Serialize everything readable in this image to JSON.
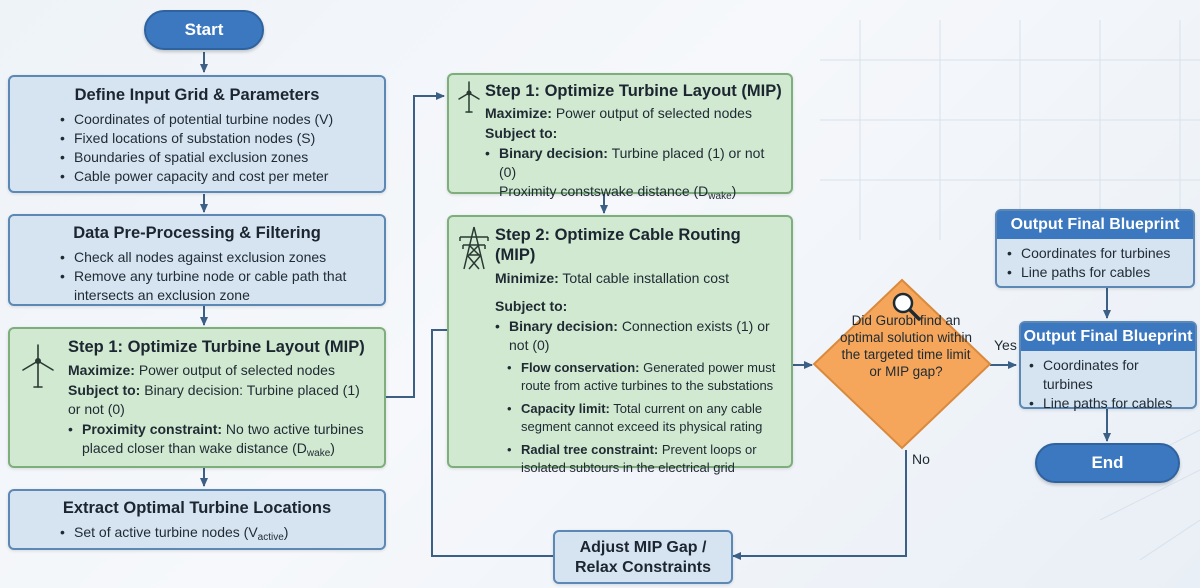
{
  "start": "Start",
  "end": "End",
  "define": {
    "title": "Define Input Grid & Parameters",
    "items": [
      "Coordinates of potential turbine nodes (V)",
      "Fixed locations of substation nodes (S)",
      "Boundaries of spatial exclusion zones",
      "Cable power capacity and cost per meter"
    ]
  },
  "preprocess": {
    "title": "Data Pre-Processing & Filtering",
    "items": [
      "Check all nodes against exclusion zones",
      "Remove any turbine node or cable path that intersects an exclusion zone"
    ]
  },
  "step1_left": {
    "title": "Step 1: Optimize Turbine Layout (MIP)",
    "maximize_label": "Maximize:",
    "maximize_text": "Power output of selected nodes",
    "subject_label": "Subject to:",
    "subject_text": "Binary decision: Turbine placed (1) or not (0)",
    "prox_label": "Proximity constraint:",
    "prox_text": "No two active turbines placed closer than wake distance (D",
    "prox_sub": "wake",
    "prox_close": ")"
  },
  "extract": {
    "title": "Extract Optimal Turbine Locations",
    "item_text": "Set of active turbine nodes (V",
    "item_sub": "active",
    "item_close": ")"
  },
  "step1_right": {
    "title": "Step 1: Optimize Turbine Layout (MIP)",
    "maximize_label": "Maximize:",
    "maximize_text": "Power output of selected nodes",
    "subject_label": "Subject to:",
    "binary_label": "Binary decision:",
    "binary_text": "Turbine placed (1) or not (0)",
    "prox_text": "Proximity constswake distance (D",
    "prox_sub": "wake",
    "prox_close": ")"
  },
  "step2": {
    "title": "Step 2: Optimize Cable Routing (MIP)",
    "minimize_label": "Minimize:",
    "minimize_text": "Total cable installation cost",
    "subject_label": "Subject to:",
    "binary_label": "Binary decision:",
    "binary_text": "Connection exists (1) or not (0)",
    "flow_label": "Flow conservation:",
    "flow_text": "Generated power must route from active turbines to the substations",
    "cap_label": "Capacity limit:",
    "cap_text": "Total current on any cable segment cannot exceed its physical rating",
    "radial_label": "Radial tree constraint:",
    "radial_text": "Prevent loops or isolated subtours in the electrical grid"
  },
  "decision": {
    "text": "Did Gurobi find an optimal solution within the targeted time limit or MIP gap?",
    "yes": "Yes",
    "no": "No"
  },
  "adjust": {
    "title_line1": "Adjust MIP Gap /",
    "title_line2": "Relax Constraints"
  },
  "output_top": {
    "title": "Output Final Blueprint",
    "items": [
      "Coordinates for turbines",
      "Line paths for cables"
    ]
  },
  "output_main": {
    "title": "Output Final Blueprint",
    "items": [
      "Coordinates for turbines",
      "Line paths for cables"
    ]
  },
  "icons": {
    "turbine": "wind-turbine-icon",
    "pylon": "transmission-tower-icon",
    "magnifier": "magnifying-glass-icon"
  },
  "colors": {
    "blue_box": "#d6e4f2",
    "green_box": "#d1e9d0",
    "accent_blue": "#3b78bf",
    "decision_orange": "#f5a65b",
    "arrow": "#3c5f86"
  }
}
